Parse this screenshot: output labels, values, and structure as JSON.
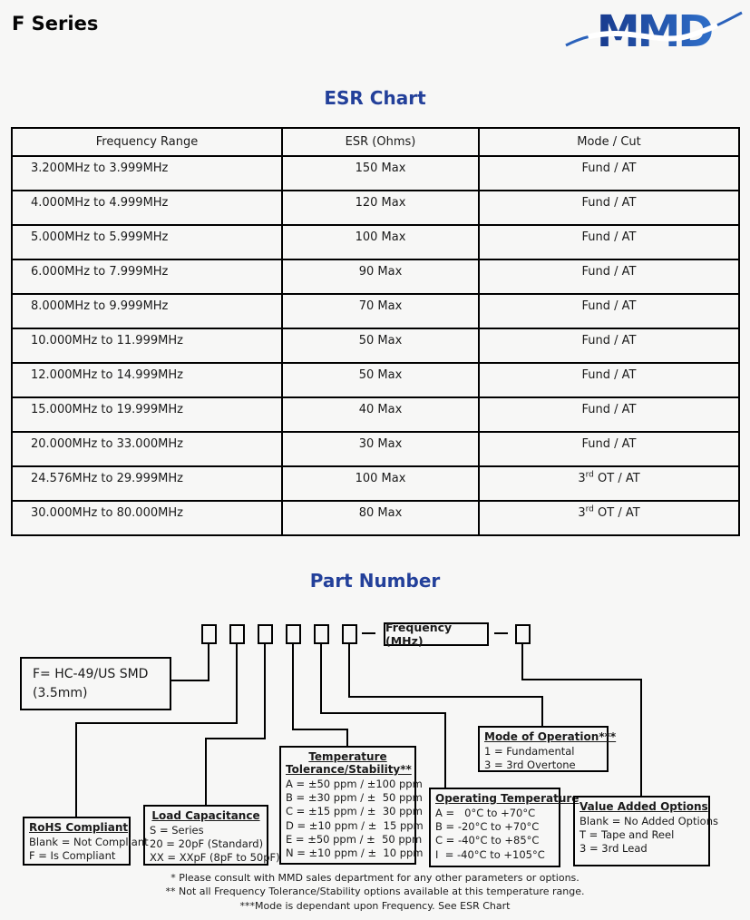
{
  "header": {
    "title": "F Series",
    "logo": "MMD"
  },
  "colors": {
    "accent_blue": "#23409a",
    "logo_blue_dark": "#183a8d",
    "logo_blue_light": "#2f6fc9"
  },
  "esr_chart": {
    "title": "ESR Chart",
    "columns": [
      "Frequency Range",
      "ESR (Ohms)",
      "Mode / Cut"
    ],
    "rows": [
      [
        "3.200MHz to 3.999MHz",
        "150 Max",
        "Fund / AT"
      ],
      [
        "4.000MHz to 4.999MHz",
        "120 Max",
        "Fund / AT"
      ],
      [
        "5.000MHz to 5.999MHz",
        "100 Max",
        "Fund / AT"
      ],
      [
        "6.000MHz to 7.999MHz",
        "90 Max",
        "Fund / AT"
      ],
      [
        "8.000MHz to 9.999MHz",
        "70 Max",
        "Fund / AT"
      ],
      [
        "10.000MHz to 11.999MHz",
        "50 Max",
        "Fund / AT"
      ],
      [
        "12.000MHz to 14.999MHz",
        "50 Max",
        "Fund / AT"
      ],
      [
        "15.000MHz to 19.999MHz",
        "40 Max",
        "Fund / AT"
      ],
      [
        "20.000MHz to 33.000MHz",
        "30 Max",
        "Fund / AT"
      ],
      [
        "24.576MHz to 29.999MHz",
        "100 Max",
        "3rd OT / AT"
      ],
      [
        "30.000MHz to 80.000MHz",
        "80 Max",
        "3rd OT / AT"
      ]
    ]
  },
  "part_number": {
    "title": "Part Number",
    "frequency_label": "Frequency (MHz)",
    "series_box": {
      "line1": "F= HC-49/US SMD",
      "line2": "(3.5mm)"
    },
    "rohs": {
      "title": "RoHS Compliant",
      "items": [
        "Blank = Not Compliant",
        "F = Is Compliant"
      ]
    },
    "load_capacitance": {
      "title": "Load Capacitance",
      "items": [
        "S = Series",
        "20 = 20pF (Standard)",
        "XX = XXpF (8pF to 50pF)"
      ]
    },
    "temperature_tolerance": {
      "title_line1": "Temperature",
      "title_line2": "Tolerance/Stability**",
      "items": [
        "A = ±50 ppm / ±100 ppm",
        "B = ±30 ppm / ±  50 ppm",
        "C = ±15 ppm / ±  30 ppm",
        "D = ±10 ppm / ±  15 ppm",
        "E = ±50 ppm / ±  50 ppm",
        "N = ±10 ppm / ±  10 ppm"
      ]
    },
    "mode_of_operation": {
      "title": "Mode of Operation***",
      "items": [
        "1 = Fundamental",
        "3 = 3rd Overtone"
      ]
    },
    "operating_temperature": {
      "title": "Operating Temperature",
      "items": [
        "A =   0°C to +70°C",
        "B = -20°C to +70°C",
        "C = -40°C to +85°C",
        "I  = -40°C to +105°C"
      ]
    },
    "value_added": {
      "title": "Value Added Options",
      "items": [
        "Blank = No Added Options",
        "T = Tape and Reel",
        "3 = 3rd Lead"
      ]
    },
    "footnotes": [
      "* Please consult with MMD sales department for any other parameters or options.",
      "** Not all Frequency Tolerance/Stability options available at this temperature range.",
      "***Mode is dependant upon Frequency. See ESR Chart"
    ]
  }
}
